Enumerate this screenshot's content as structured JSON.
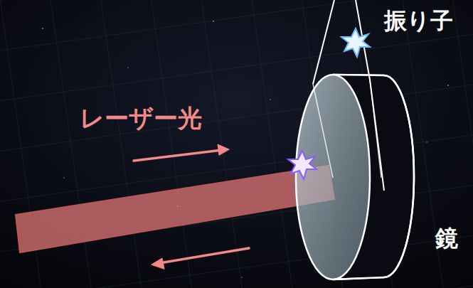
{
  "diagram": {
    "labels": [
      "レーザー光",
      "振り子",
      "鏡"
    ]
  }
}
